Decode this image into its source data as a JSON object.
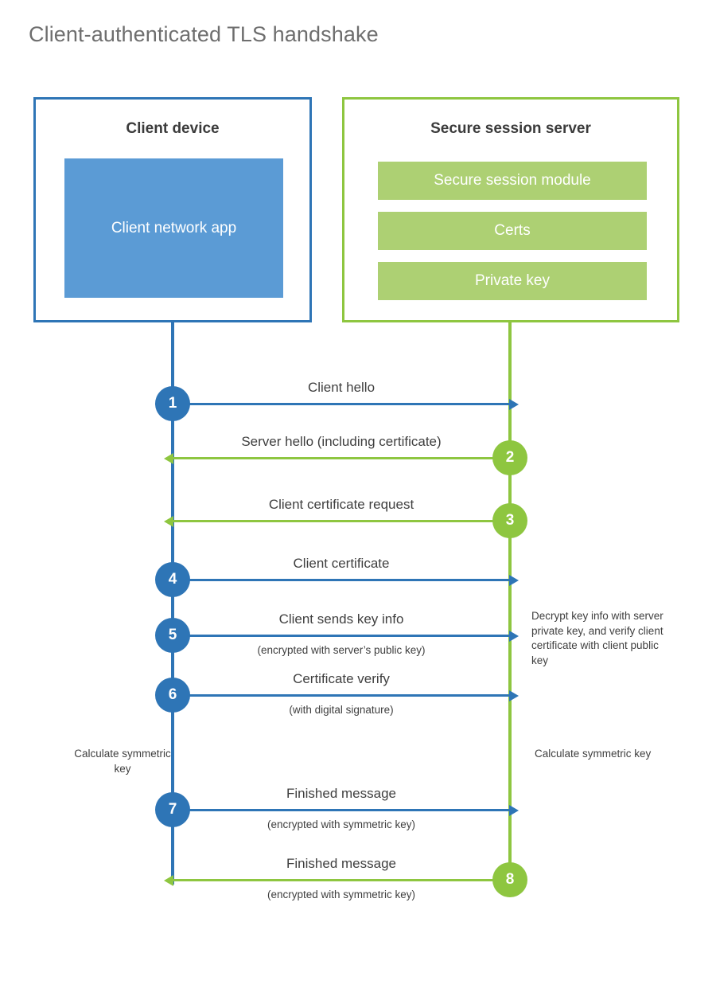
{
  "title": "Client-authenticated TLS handshake",
  "colors": {
    "client_accent": "#2e75b6",
    "client_fill": "#5b9bd5",
    "server_accent": "#8ec640",
    "server_fill": "#add073",
    "title_text": "#6e6e6e",
    "body_text": "#3f3f3f"
  },
  "client": {
    "title": "Client device",
    "app_label": "Client network app"
  },
  "server": {
    "title": "Secure session server",
    "modules": [
      {
        "label": "Secure session module"
      },
      {
        "label": "Certs"
      },
      {
        "label": "Private key"
      }
    ]
  },
  "notes": {
    "server_decrypt": "Decrypt key info with server private key, and verify client certificate with client public key",
    "calculate_client": "Calculate symmetric key",
    "calculate_server": "Calculate symmetric key"
  },
  "steps": [
    {
      "number": "1",
      "from": "client",
      "to": "server",
      "label": "Client hello",
      "sublabel": ""
    },
    {
      "number": "2",
      "from": "server",
      "to": "client",
      "label": "Server hello (including certificate)",
      "sublabel": ""
    },
    {
      "number": "3",
      "from": "server",
      "to": "client",
      "label": "Client certificate request",
      "sublabel": ""
    },
    {
      "number": "4",
      "from": "client",
      "to": "server",
      "label": "Client certificate",
      "sublabel": ""
    },
    {
      "number": "5",
      "from": "client",
      "to": "server",
      "label": "Client sends key info",
      "sublabel": "(encrypted with server’s public key)"
    },
    {
      "number": "6",
      "from": "client",
      "to": "server",
      "label": "Certificate verify",
      "sublabel": "(with digital signature)"
    },
    {
      "number": "7",
      "from": "client",
      "to": "server",
      "label": "Finished message",
      "sublabel": "(encrypted with symmetric key)"
    },
    {
      "number": "8",
      "from": "server",
      "to": "client",
      "label": "Finished message",
      "sublabel": "(encrypted with symmetric key)"
    }
  ]
}
